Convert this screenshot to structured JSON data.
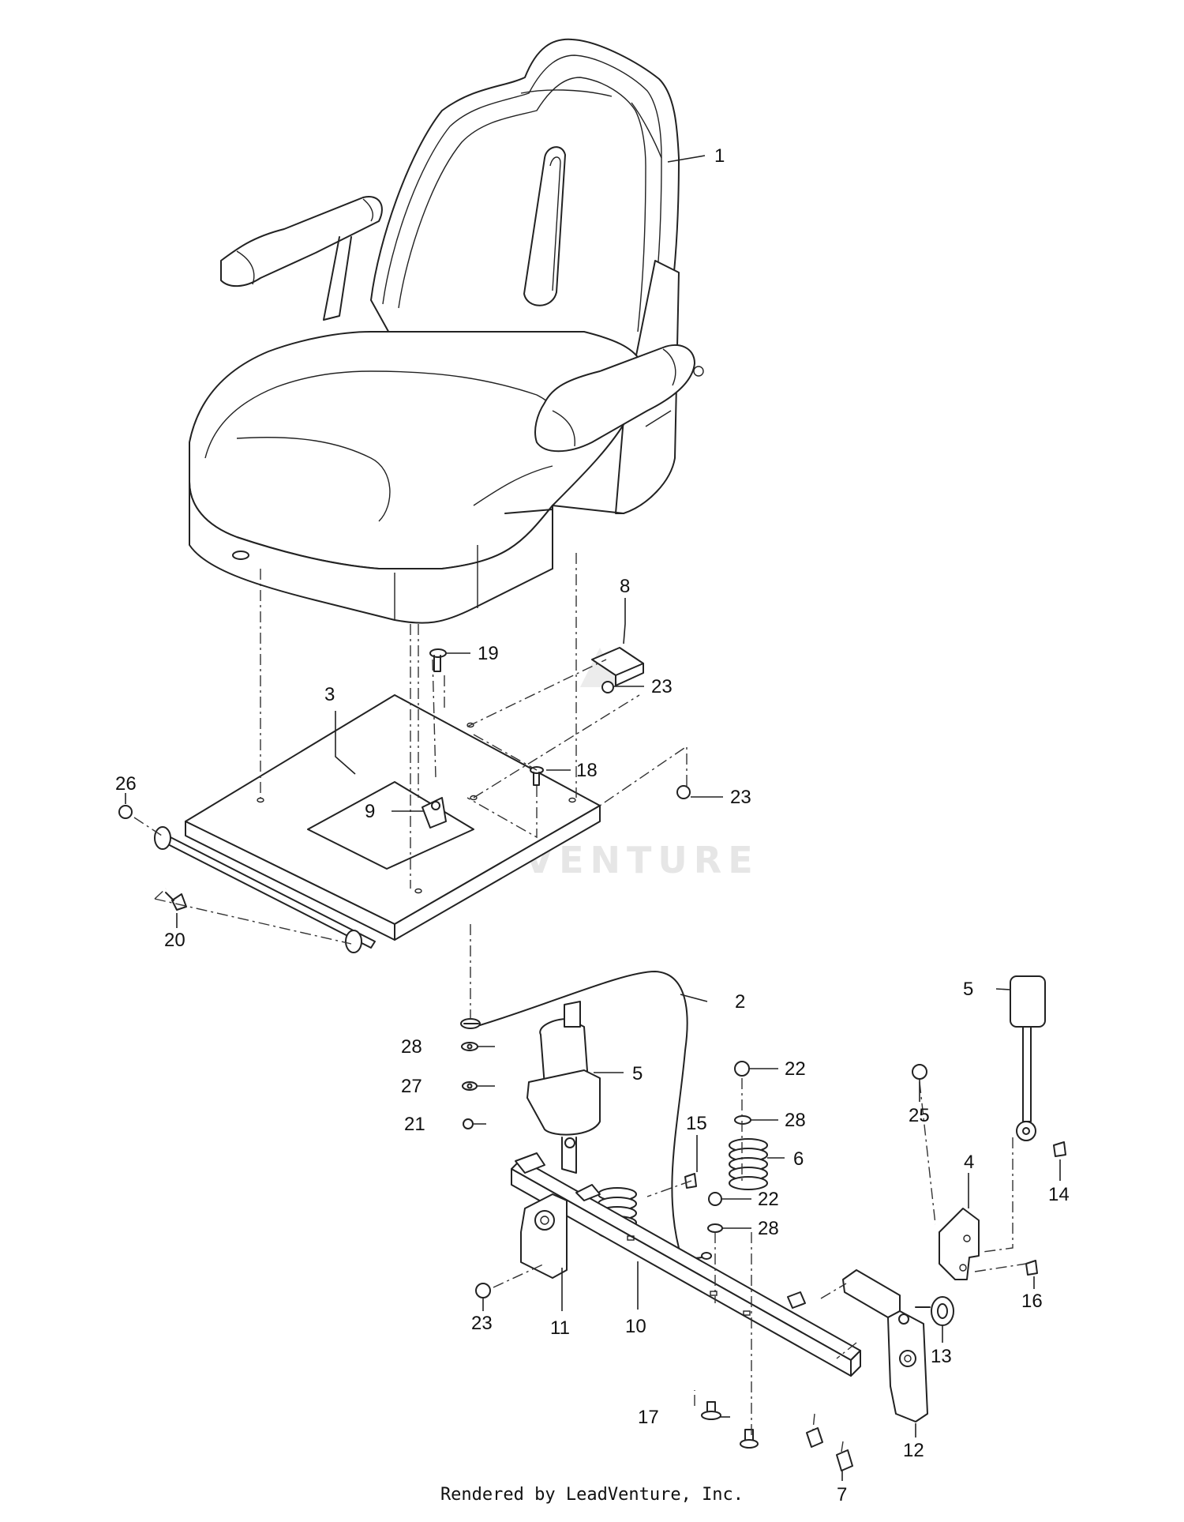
{
  "watermark": "LEADVENTURE",
  "footer_credit": "Rendered by LeadVenture, Inc.",
  "callouts": [
    {
      "id": "c1",
      "label": "1"
    },
    {
      "id": "c2",
      "label": "2"
    },
    {
      "id": "c3",
      "label": "3"
    },
    {
      "id": "c4",
      "label": "4"
    },
    {
      "id": "c5a",
      "label": "5"
    },
    {
      "id": "c5b",
      "label": "5"
    },
    {
      "id": "c6",
      "label": "6"
    },
    {
      "id": "c7",
      "label": "7"
    },
    {
      "id": "c8",
      "label": "8"
    },
    {
      "id": "c9",
      "label": "9"
    },
    {
      "id": "c10",
      "label": "10"
    },
    {
      "id": "c11",
      "label": "11"
    },
    {
      "id": "c12",
      "label": "12"
    },
    {
      "id": "c13",
      "label": "13"
    },
    {
      "id": "c14",
      "label": "14"
    },
    {
      "id": "c15",
      "label": "15"
    },
    {
      "id": "c16",
      "label": "16"
    },
    {
      "id": "c17",
      "label": "17"
    },
    {
      "id": "c18",
      "label": "18"
    },
    {
      "id": "c19",
      "label": "19"
    },
    {
      "id": "c20",
      "label": "20"
    },
    {
      "id": "c21",
      "label": "21"
    },
    {
      "id": "c22a",
      "label": "22"
    },
    {
      "id": "c22b",
      "label": "22"
    },
    {
      "id": "c23a",
      "label": "23"
    },
    {
      "id": "c23b",
      "label": "23"
    },
    {
      "id": "c23c",
      "label": "23"
    },
    {
      "id": "c25",
      "label": "25"
    },
    {
      "id": "c26",
      "label": "26"
    },
    {
      "id": "c27",
      "label": "27"
    },
    {
      "id": "c28a",
      "label": "28"
    },
    {
      "id": "c28b",
      "label": "28"
    },
    {
      "id": "c28c",
      "label": "28"
    }
  ]
}
